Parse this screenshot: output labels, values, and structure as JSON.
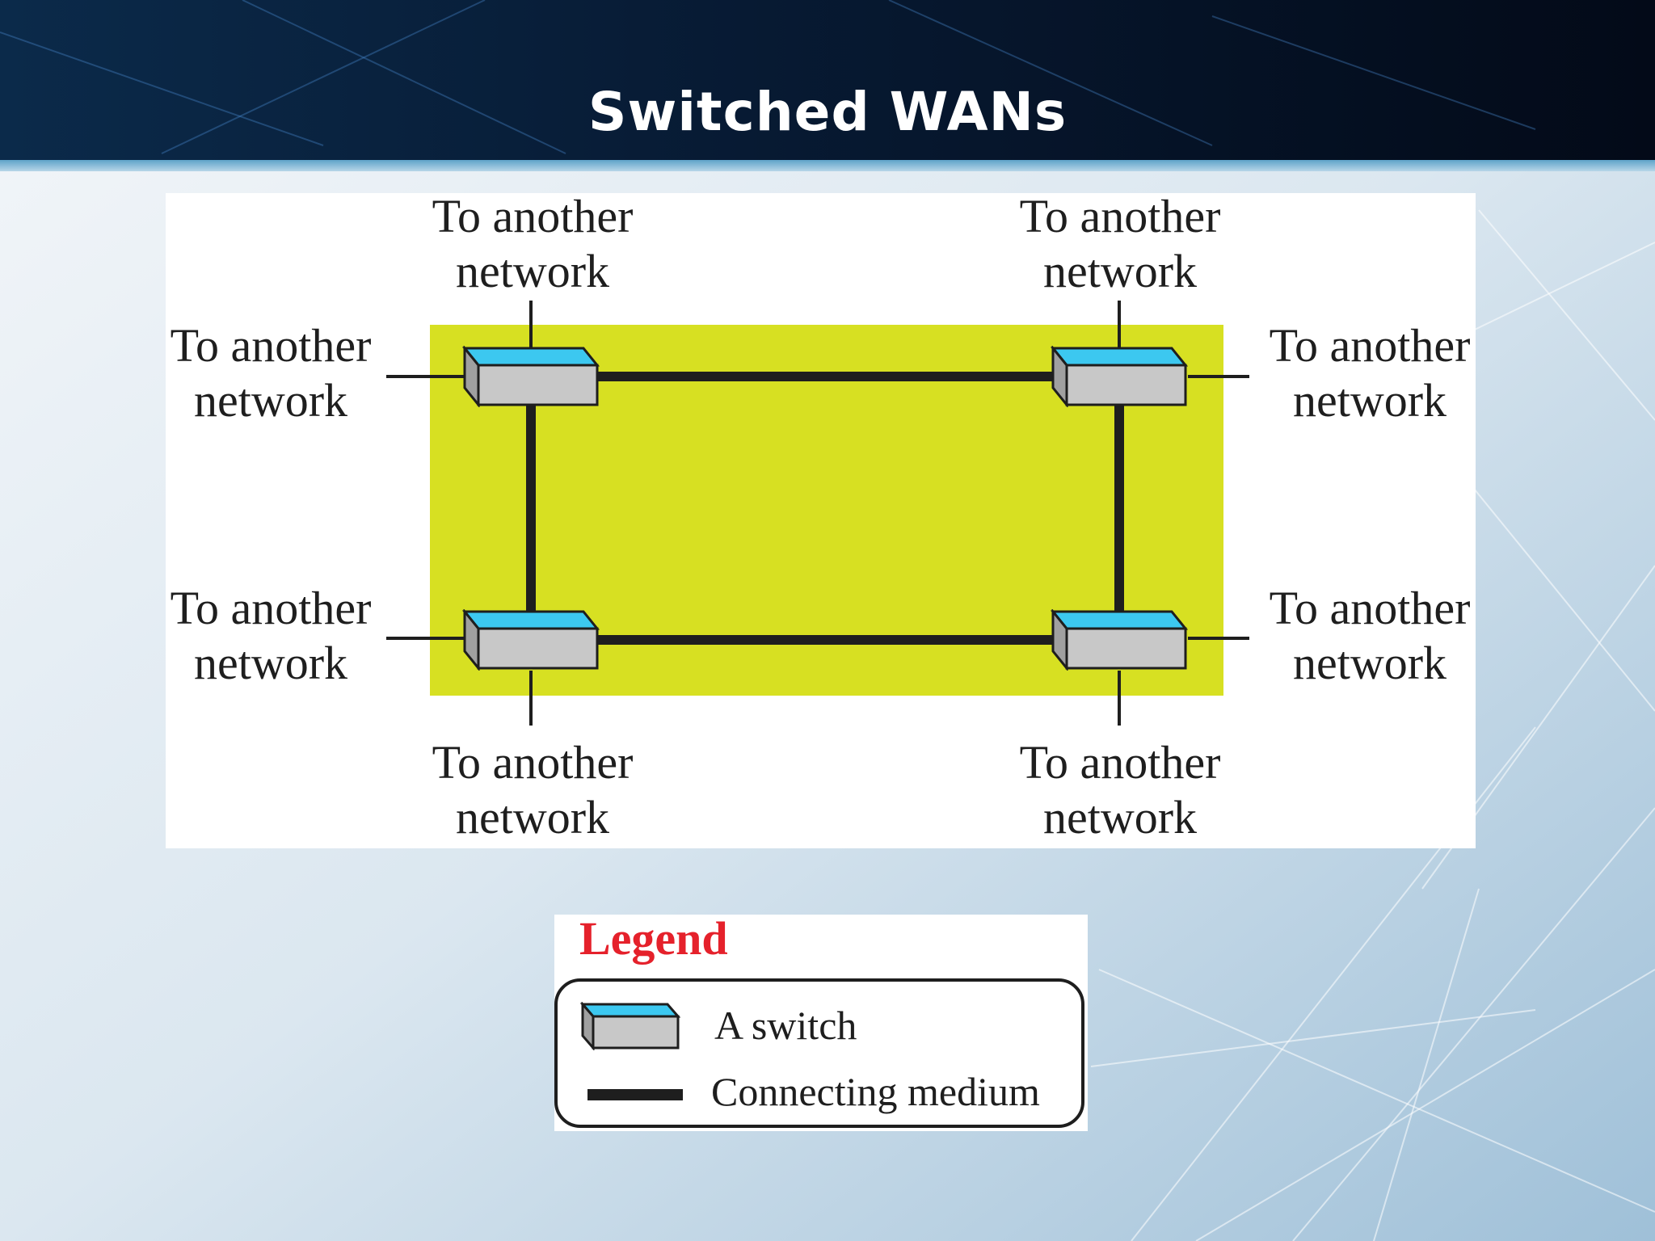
{
  "title": "Switched WANs",
  "network_labels": {
    "top_left": {
      "line1": "To another",
      "line2": "network"
    },
    "top_right": {
      "line1": "To another",
      "line2": "network"
    },
    "left_upper": {
      "line1": "To another",
      "line2": "network"
    },
    "right_upper": {
      "line1": "To another",
      "line2": "network"
    },
    "left_lower": {
      "line1": "To another",
      "line2": "network"
    },
    "right_lower": {
      "line1": "To another",
      "line2": "network"
    },
    "bottom_left": {
      "line1": "To another",
      "line2": "network"
    },
    "bottom_right": {
      "line1": "To another",
      "line2": "network"
    }
  },
  "legend": {
    "title": "Legend",
    "switch_label": "A switch",
    "medium_label": "Connecting medium"
  },
  "colors": {
    "wan_region": "#d7e022",
    "switch_top": "#3cc8f0",
    "switch_body": "#c8c8c8",
    "legend_title": "#e5212b",
    "line": "#1e1e1e"
  },
  "icons": {
    "switch": "switch-icon"
  }
}
